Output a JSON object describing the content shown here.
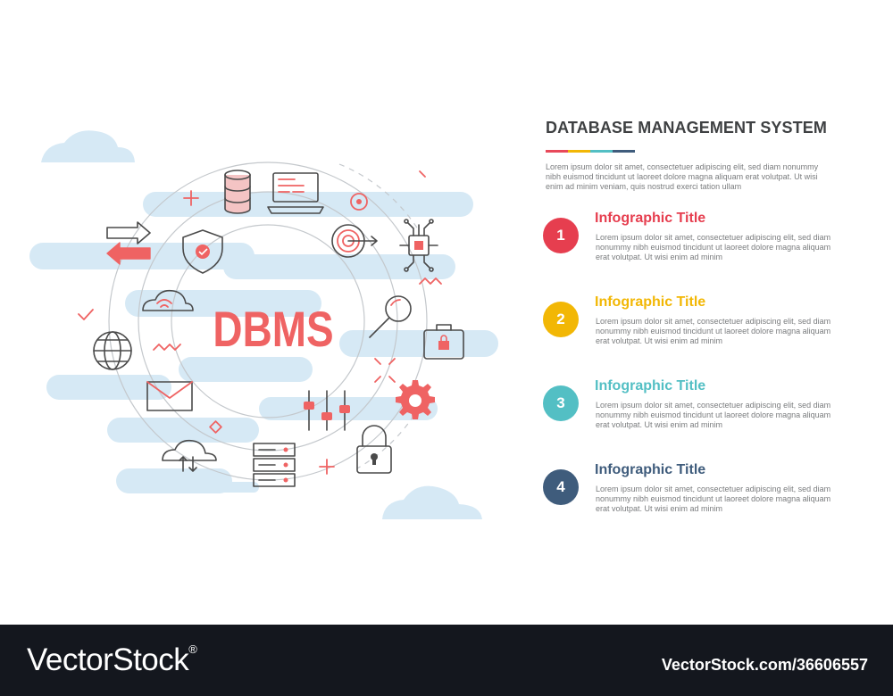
{
  "diagram": {
    "center_label": "DBMS",
    "title": "DATABASE MANAGEMENT SYSTEM",
    "intro": "Lorem ipsum dolor sit amet, consectetuer adipiscing elit, sed diam nonummy nibh euismod tincidunt ut laoreet dolore magna aliquam erat volutpat. Ut wisi enim ad minim veniam, quis nostrud exerci tation ullam",
    "title_bar_colors": [
      "#e8495a",
      "#f2b705",
      "#53bfc4",
      "#3f5c7c"
    ],
    "items": [
      {
        "number": "1",
        "title": "Infographic Title",
        "color": "#e63e4f",
        "text": "Lorem ipsum dolor sit amet, consectetuer adipiscing elit, sed diam nonummy nibh euismod tincidunt ut laoreet dolore magna aliquam erat volutpat. Ut wisi enim ad minim"
      },
      {
        "number": "2",
        "title": "Infographic Title",
        "color": "#f2b705",
        "text": "Lorem ipsum dolor sit amet, consectetuer adipiscing elit, sed diam nonummy nibh euismod tincidunt ut laoreet dolore magna aliquam erat volutpat. Ut wisi enim ad minim"
      },
      {
        "number": "3",
        "title": "Infographic Title",
        "color": "#53bfc4",
        "text": "Lorem ipsum dolor sit amet, consectetuer adipiscing elit, sed diam nonummy nibh euismod tincidunt ut laoreet dolore magna aliquam erat volutpat. Ut wisi enim ad minim"
      },
      {
        "number": "4",
        "title": "Infographic Title",
        "color": "#3f5c7c",
        "text": "Lorem ipsum dolor sit amet, consectetuer adipiscing elit, sed diam nonummy nibh euismod tincidunt ut laoreet dolore magna aliquam erat volutpat. Ut wisi enim ad minim"
      }
    ],
    "accent_color": "#ef6363",
    "cloud_color": "#d6e9f5",
    "icons": [
      "database-icon",
      "laptop-code-icon",
      "target-icon",
      "swap-arrows-icon",
      "shield-check-icon",
      "dartboard-icon",
      "microchip-icon",
      "wifi-cloud-icon",
      "magnifier-icon",
      "globe-icon",
      "briefcase-lock-icon",
      "envelope-icon",
      "gear-icon",
      "sliders-icon",
      "cloud-transfer-icon",
      "server-rack-icon",
      "padlock-icon"
    ]
  },
  "footer": {
    "brand": "VectorStock",
    "registered": "®",
    "image_id": "VectorStock.com/36606557"
  }
}
